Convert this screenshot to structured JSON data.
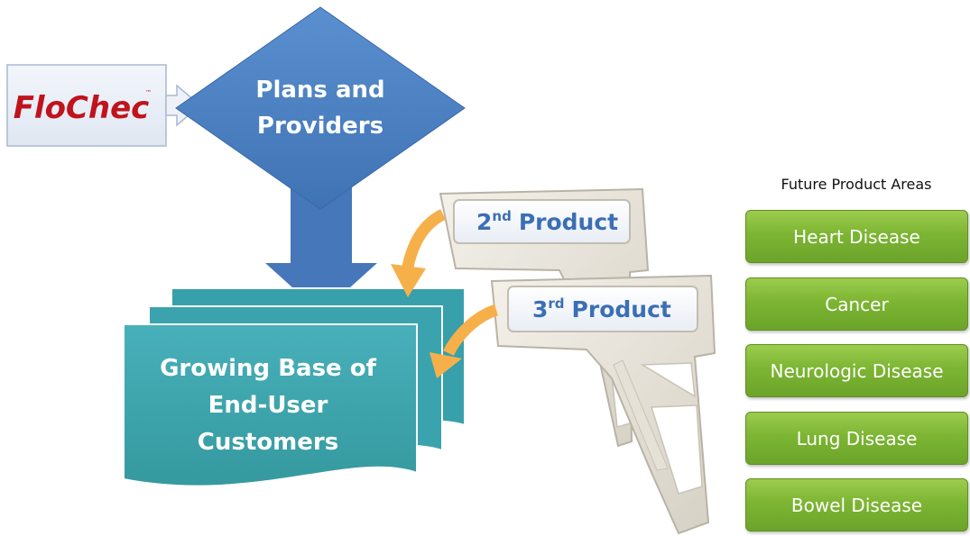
{
  "logo": {
    "text": "FloChec",
    "tm": "™"
  },
  "diamond": {
    "line1": "Plans and",
    "line2": "Providers"
  },
  "customers": {
    "line1": "Growing Base of",
    "line2": "End-User",
    "line3": "Customers"
  },
  "product2": {
    "number": "2",
    "suffix": "nd",
    "label": "Product"
  },
  "product3": {
    "number": "3",
    "suffix": "rd",
    "label": "Product"
  },
  "future": {
    "title": "Future Product Areas",
    "areas": [
      "Heart Disease",
      "Cancer",
      "Neurologic Disease",
      "Lung Disease",
      "Bowel Disease"
    ]
  },
  "colors": {
    "diamond_blue": "#4f81bd",
    "teal": "#3fa6b0",
    "green_button": "#7db533",
    "orange_arrow": "#f6b04a",
    "logo_red": "#c0131c",
    "product_text": "#3b6fb5"
  }
}
